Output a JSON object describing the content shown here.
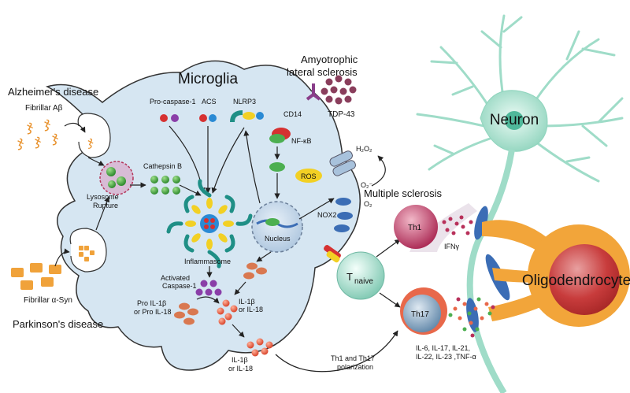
{
  "diseases": {
    "alzheimers": "Alzheimer's disease",
    "fibrillar_abeta": "Fibrillar Aβ",
    "parkinsons": "Parkinson's disease",
    "fibrillar_asyn": "Fibrillar α-Syn",
    "als_line1": "Amyotrophic",
    "als_line2": "lateral sclerosis",
    "tdp43": "TDP-43",
    "ms": "Multiple sclerosis"
  },
  "microglia": {
    "title": "Microglia",
    "lysosome_line1": "Lysosome",
    "lysosome_line2": "Rupture",
    "cathepsin": "Cathepsin B",
    "pro_caspase": "Pro-caspase-1",
    "acs": "ACS",
    "nlrp3": "NLRP3",
    "cd14": "CD14",
    "nfkb": "NF-κB",
    "ros": "ROS",
    "h2o2": "H₂O₂",
    "o2_radical": "O₂⁻",
    "o2": "O₂",
    "nox2": "NOX2",
    "nucleus": "Nucleus",
    "inflammasome": "Inflammasome",
    "activated_line1": "Activated",
    "activated_line2": "Caspase-1",
    "pro_il_line1": "Pro IL-1β",
    "pro_il_line2": "or Pro IL-18",
    "il_line1": "IL-1β",
    "il_line2": "or IL-18",
    "il_out_line1": "IL-1β",
    "il_out_line2": "or IL-18"
  },
  "tcells": {
    "naive_main": "T",
    "naive_sub": "naive",
    "th1": "Th1",
    "ifng": "IFNγ",
    "th17": "Th17",
    "cyt_line1": "IL-6, IL-17, IL-21,",
    "cyt_line2": "IL-22, IL-23 ,TNF-α",
    "polar_line1": "Th1 and Th17",
    "polar_line2": "polarization"
  },
  "cns": {
    "neuron": "Neuron",
    "oligodendrocyte": "Oligodendrocyte"
  },
  "colors": {
    "microglia_fill": "#d6e6f2",
    "abeta": "#e8922e",
    "asyn": "#f0a23a",
    "neuron": "#9fdcc8",
    "oligo_orange": "#f2a53a",
    "th1": "#b8305a",
    "th17": "#6a8fb0",
    "il": "#e8684a"
  }
}
